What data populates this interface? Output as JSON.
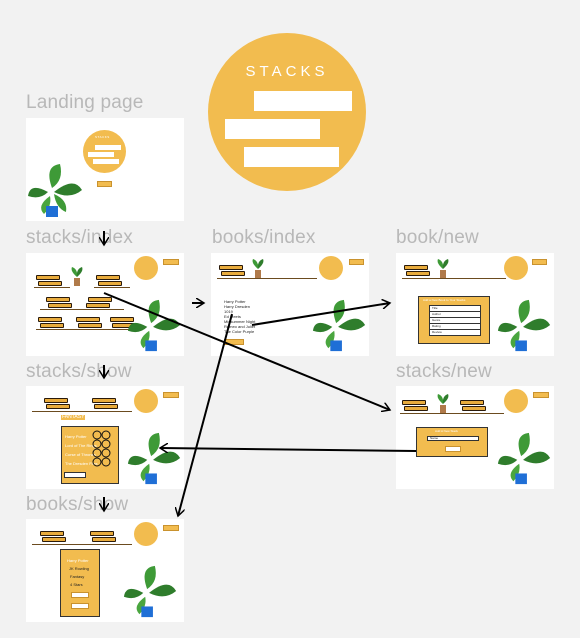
{
  "hero": {
    "title": "STACKS"
  },
  "pages": {
    "landing": {
      "label": "Landing page",
      "title": "STACKS"
    },
    "stacks_index": {
      "label": "stacks/index"
    },
    "books_index": {
      "label": "books/index",
      "list": [
        "Harry Potter",
        "Harry Dresden",
        "1019",
        "Ed Meets",
        "Midsummer Night",
        "Romeo and Juliet",
        "The Color Purple"
      ]
    },
    "book_new": {
      "label": "book/new",
      "form_title": "Add a New Book to Your Stacks",
      "fields": [
        "Title",
        "Author",
        "Genre",
        "Rating",
        "Review"
      ]
    },
    "stacks_show": {
      "label": "stacks/show",
      "genre": "FANTASY",
      "books": [
        "Harry Potter",
        "Lord of The Rings",
        "Curse of Thrones",
        "The Dresden Files"
      ]
    },
    "stacks_new": {
      "label": "stacks/new",
      "form_title": "Add A New Stack",
      "field": "Name"
    },
    "books_show": {
      "label": "books/show",
      "details": [
        "Harry Potter",
        "JK Rowling",
        "Fantasy",
        "4 Stars"
      ]
    }
  },
  "colors": {
    "accent": "#f2bc4f",
    "background": "#f2f2f2",
    "frame": "#ffffff",
    "arrow": "#000000"
  }
}
